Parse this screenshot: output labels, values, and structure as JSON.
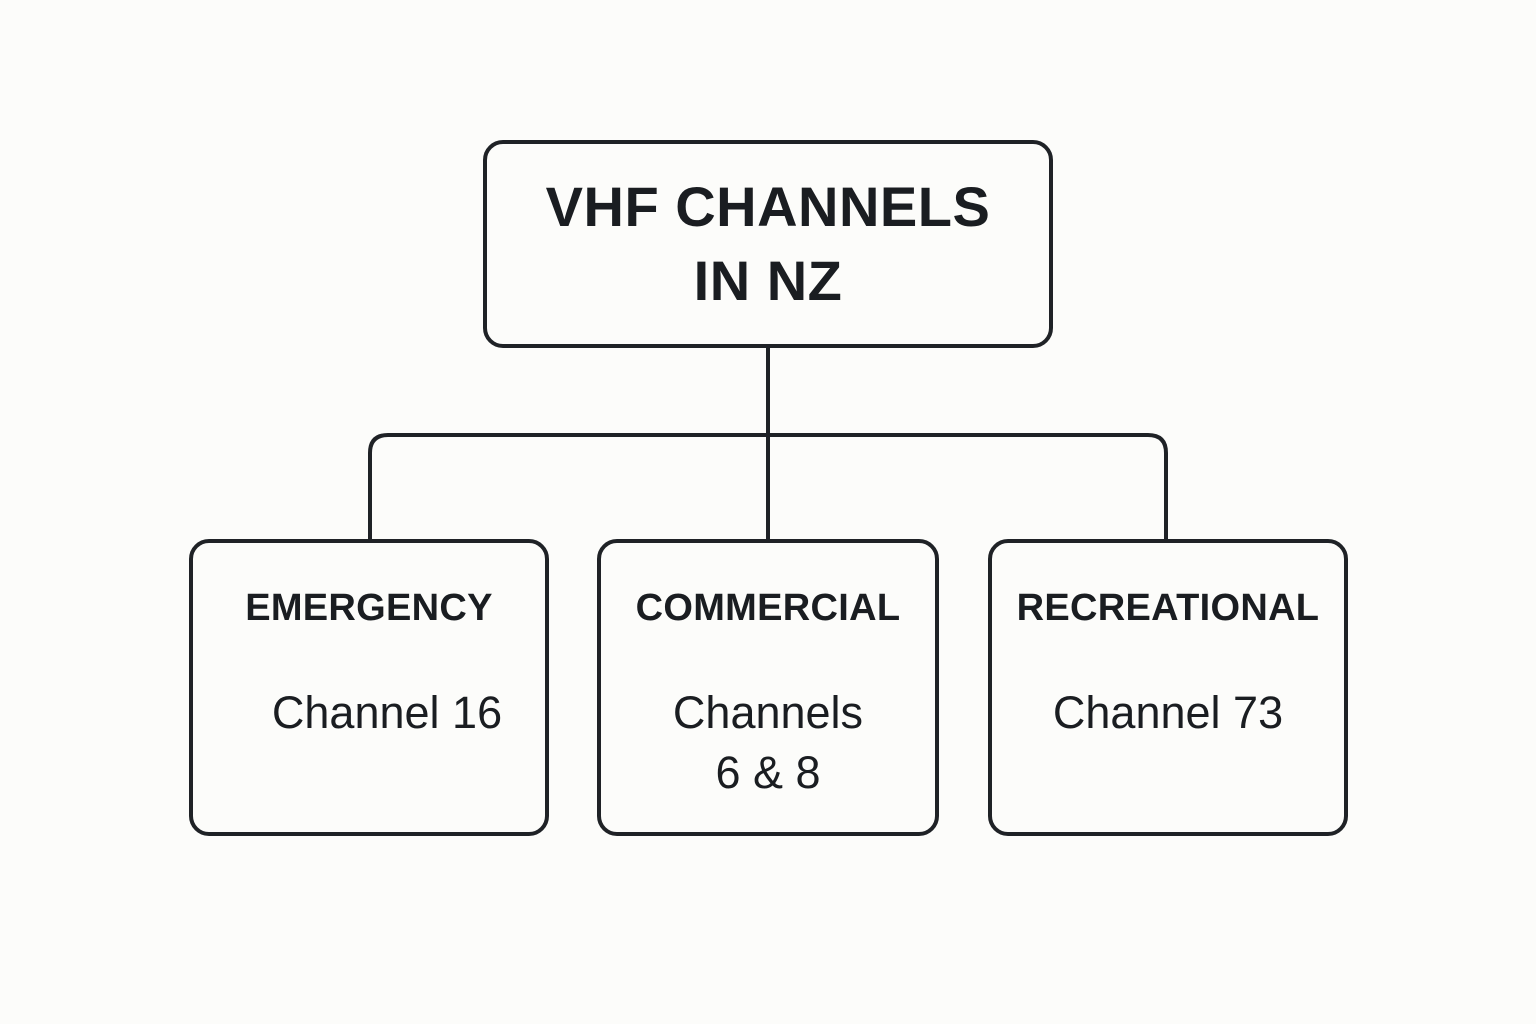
{
  "diagram": {
    "root": {
      "title_lines": [
        "VHF CHANNELS",
        "IN NZ"
      ]
    },
    "children": [
      {
        "heading": "EMERGENCY",
        "body_lines": [
          "Channel 16"
        ]
      },
      {
        "heading": "COMMERCIAL",
        "body_lines": [
          "Channels",
          "6 & 8"
        ]
      },
      {
        "heading": "RECREATIONAL",
        "body_lines": [
          "Channel 73"
        ]
      }
    ]
  },
  "colors": {
    "background": "#fcfcfa",
    "line": "#1f2226",
    "text": "#1a1d21"
  }
}
